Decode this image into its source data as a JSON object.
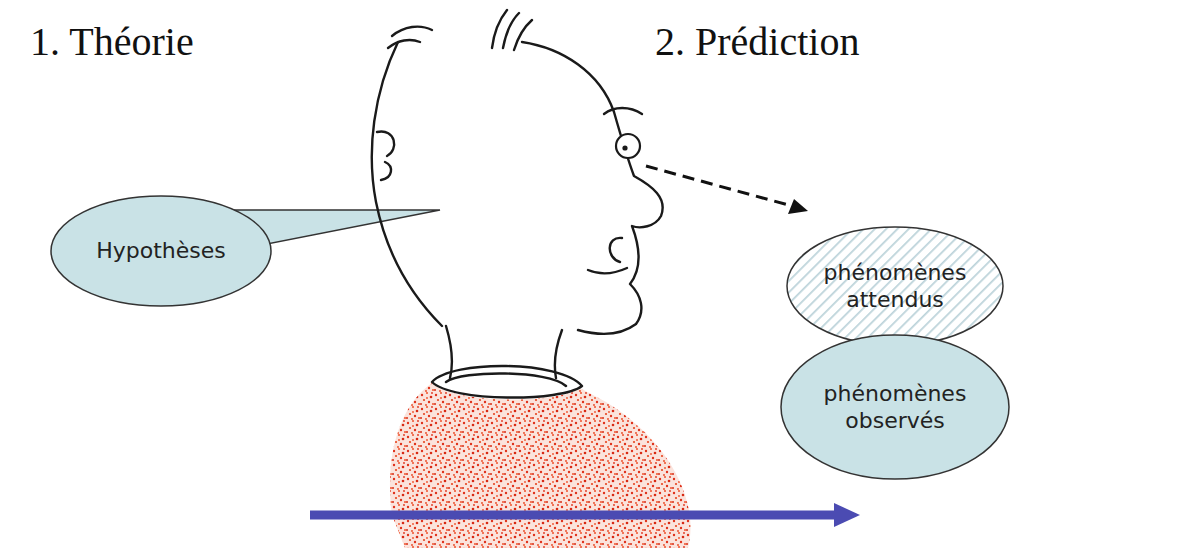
{
  "diagram": {
    "nodes": [
      {
        "text": [
          "Hypothèses"
        ]
      },
      {
        "text": [
          "phénomènes attendus"
        ]
      },
      {
        "text": [
          "phénomènes observés"
        ]
      }
    ],
    "labels": [
      "1. Théorie",
      "2. Prédiction"
    ]
  }
}
